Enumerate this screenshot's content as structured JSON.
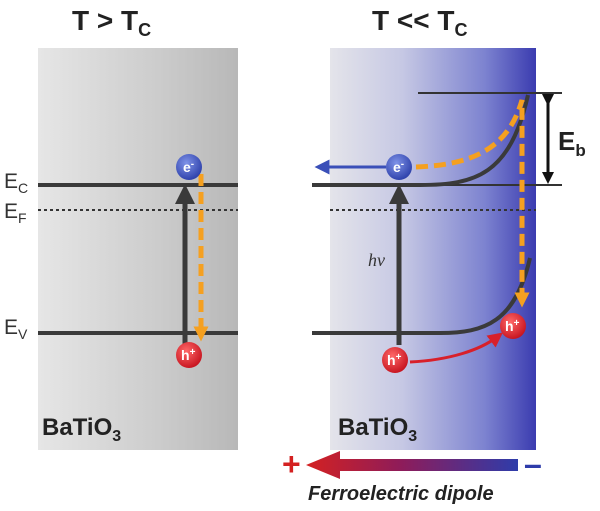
{
  "left_panel": {
    "title": "T > T",
    "title_sub": "C",
    "material": "BaTiO",
    "material_sub": "3",
    "labels": {
      "ec": "E",
      "ec_sub": "C",
      "ef": "E",
      "ef_sub": "F",
      "ev": "E",
      "ev_sub": "V"
    },
    "electron": "e",
    "electron_sup": "-",
    "hole": "h",
    "hole_sup": "+"
  },
  "right_panel": {
    "title": "T << T",
    "title_sub": "C",
    "material": "BaTiO",
    "material_sub": "3",
    "photon": "hv",
    "barrier": "E",
    "barrier_sub": "b",
    "electron": "e",
    "electron_sup": "-",
    "hole": "h",
    "hole_sup": "+",
    "hole_surface": "h",
    "hole_surface_sup": "+"
  },
  "dipole": {
    "label": "Ferroelectric dipole",
    "plus": "+",
    "minus": "–"
  },
  "colors": {
    "electron": "#3a4fb8",
    "hole": "#d8202a",
    "excitation_path": "#f5a020",
    "band": "#3a3a3a",
    "polarization": "#3b3cb0"
  }
}
